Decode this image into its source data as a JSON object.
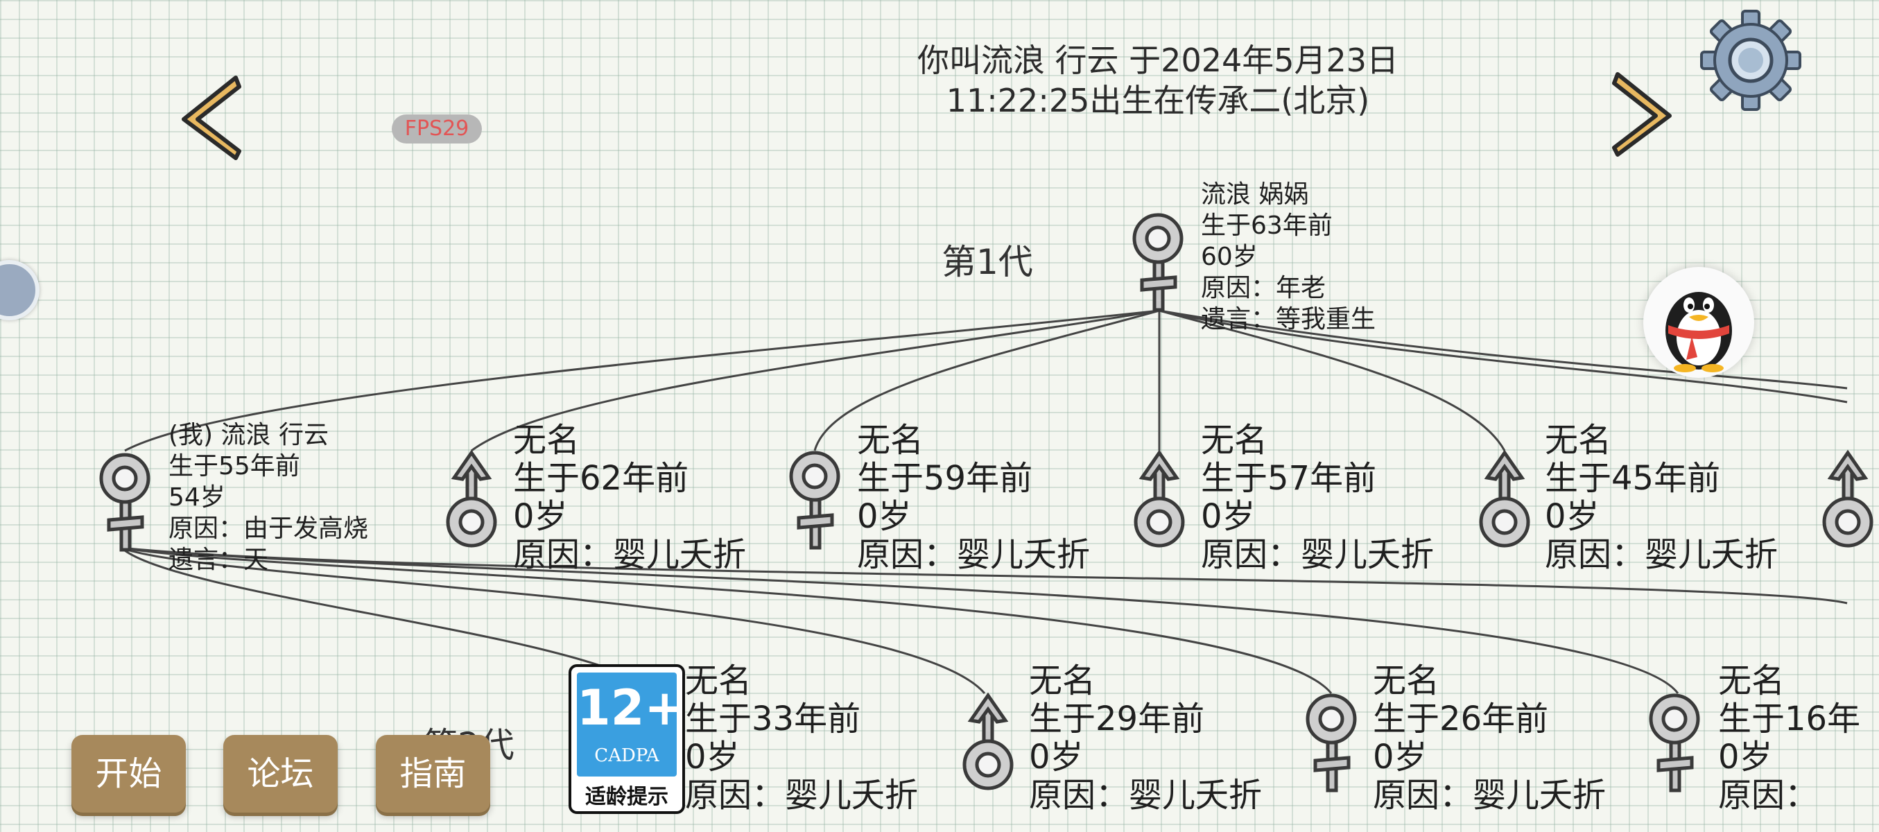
{
  "header": {
    "title_line1": "你叫流浪 行云 于2024年5月23日",
    "title_line2": "11:22:25出生在传承二(北京)"
  },
  "fps": "FPS29",
  "generations": {
    "gen1": "第1代",
    "gen2": "第2代"
  },
  "gen1_root": {
    "gender": "female",
    "name": "流浪 娲娲",
    "born": "生于63年前",
    "age": "60岁",
    "cause": "原因：年老",
    "last_words": "遗言：等我重生"
  },
  "gen2": [
    {
      "gender": "female",
      "name": "(我) 流浪 行云",
      "born": "生于55年前",
      "age": "54岁",
      "cause": "原因：由于发高烧",
      "last_words": "遗言：天"
    },
    {
      "gender": "male",
      "name": "无名",
      "born": "生于62年前",
      "age": "0岁",
      "cause": "原因：婴儿夭折"
    },
    {
      "gender": "female",
      "name": "无名",
      "born": "生于59年前",
      "age": "0岁",
      "cause": "原因：婴儿夭折"
    },
    {
      "gender": "male",
      "name": "无名",
      "born": "生于57年前",
      "age": "0岁",
      "cause": "原因：婴儿夭折"
    },
    {
      "gender": "male",
      "name": "无名",
      "born": "生于45年前",
      "age": "0岁",
      "cause": "原因：婴儿夭折"
    }
  ],
  "gen3": [
    {
      "gender": "none",
      "name": "无名",
      "born": "生于33年前",
      "age": "0岁",
      "cause": "原因：婴儿夭折"
    },
    {
      "gender": "male",
      "name": "无名",
      "born": "生于29年前",
      "age": "0岁",
      "cause": "原因：婴儿夭折"
    },
    {
      "gender": "female",
      "name": "无名",
      "born": "生于26年前",
      "age": "0岁",
      "cause": "原因：婴儿夭折"
    },
    {
      "gender": "female",
      "name": "无名",
      "born": "生于16年",
      "age": "0岁",
      "cause": "原因："
    }
  ],
  "cadpa": {
    "age": "12+",
    "org": "CADPA",
    "tip": "适龄提示"
  },
  "buttons": {
    "start": "开始",
    "forum": "论坛",
    "guide": "指南"
  },
  "icons": {
    "prev": "chevron-left-icon",
    "next": "chevron-right-icon",
    "settings": "gear-icon",
    "qq": "penguin-icon",
    "female": "female-symbol-icon",
    "male": "male-symbol-icon"
  },
  "colors": {
    "button": "#a7895c",
    "arrow": "#e8b860",
    "symbol": "#c9c9c9",
    "cadpa_blue": "#3a9fe0",
    "fps_text": "#e25555"
  }
}
